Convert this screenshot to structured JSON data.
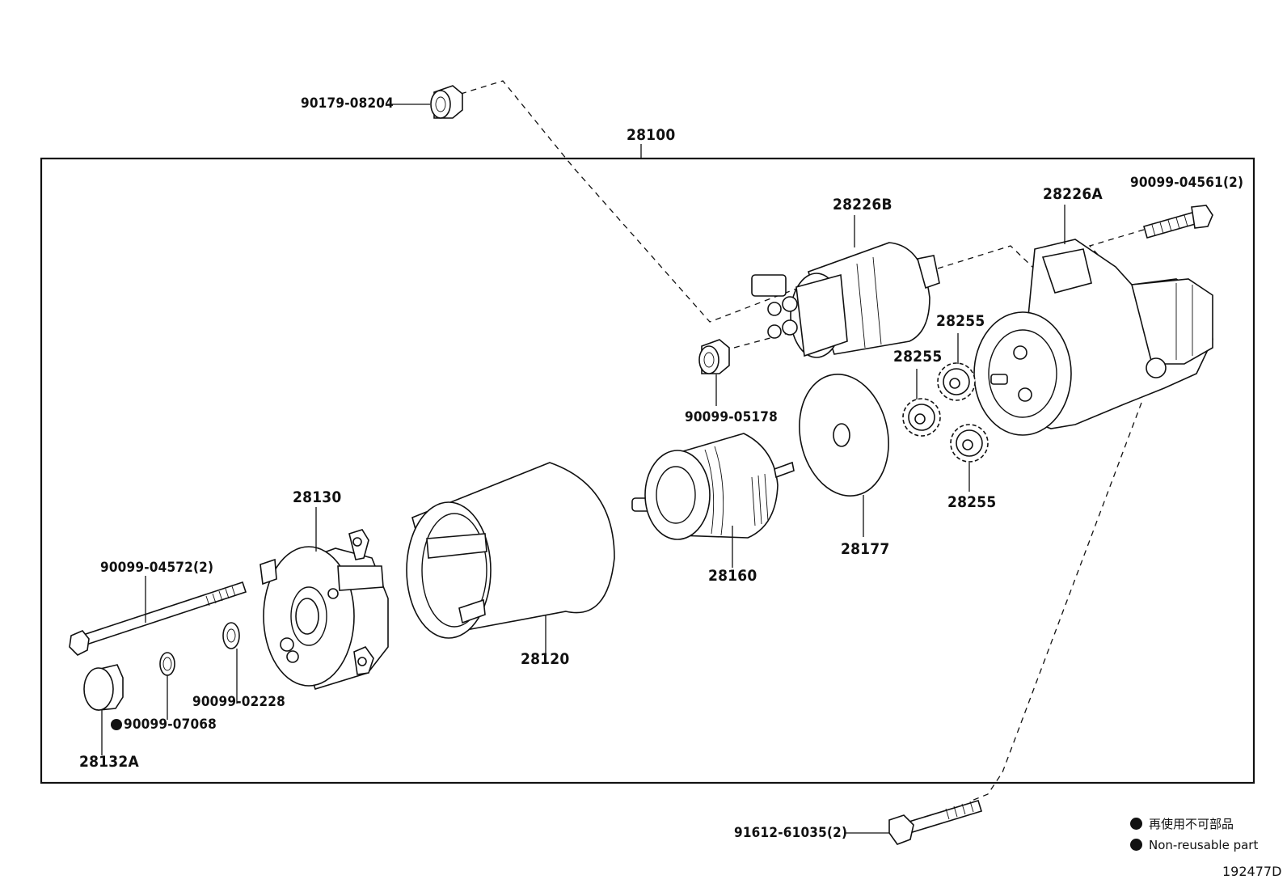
{
  "assembly": {
    "label": "28100"
  },
  "parts": {
    "p_90179_08204": "90179-08204",
    "p_28226B": "28226B",
    "p_28226A": "28226A",
    "p_90099_04561": "90099-04561(2)",
    "p_28255_a": "28255",
    "p_28255_b": "28255",
    "p_28255_c": "28255",
    "p_90099_05178": "90099-05178",
    "p_28177": "28177",
    "p_28160": "28160",
    "p_28130": "28130",
    "p_90099_04572": "90099-04572(2)",
    "p_28120": "28120",
    "p_90099_02228": "90099-02228",
    "p_90099_07068": "90099-07068",
    "p_28132A": "28132A",
    "p_91612_61035": "91612-61035(2)"
  },
  "legend": {
    "line1": "再使用不可部品",
    "line2": "Non-reusable part"
  },
  "illustration_id": "192477D"
}
